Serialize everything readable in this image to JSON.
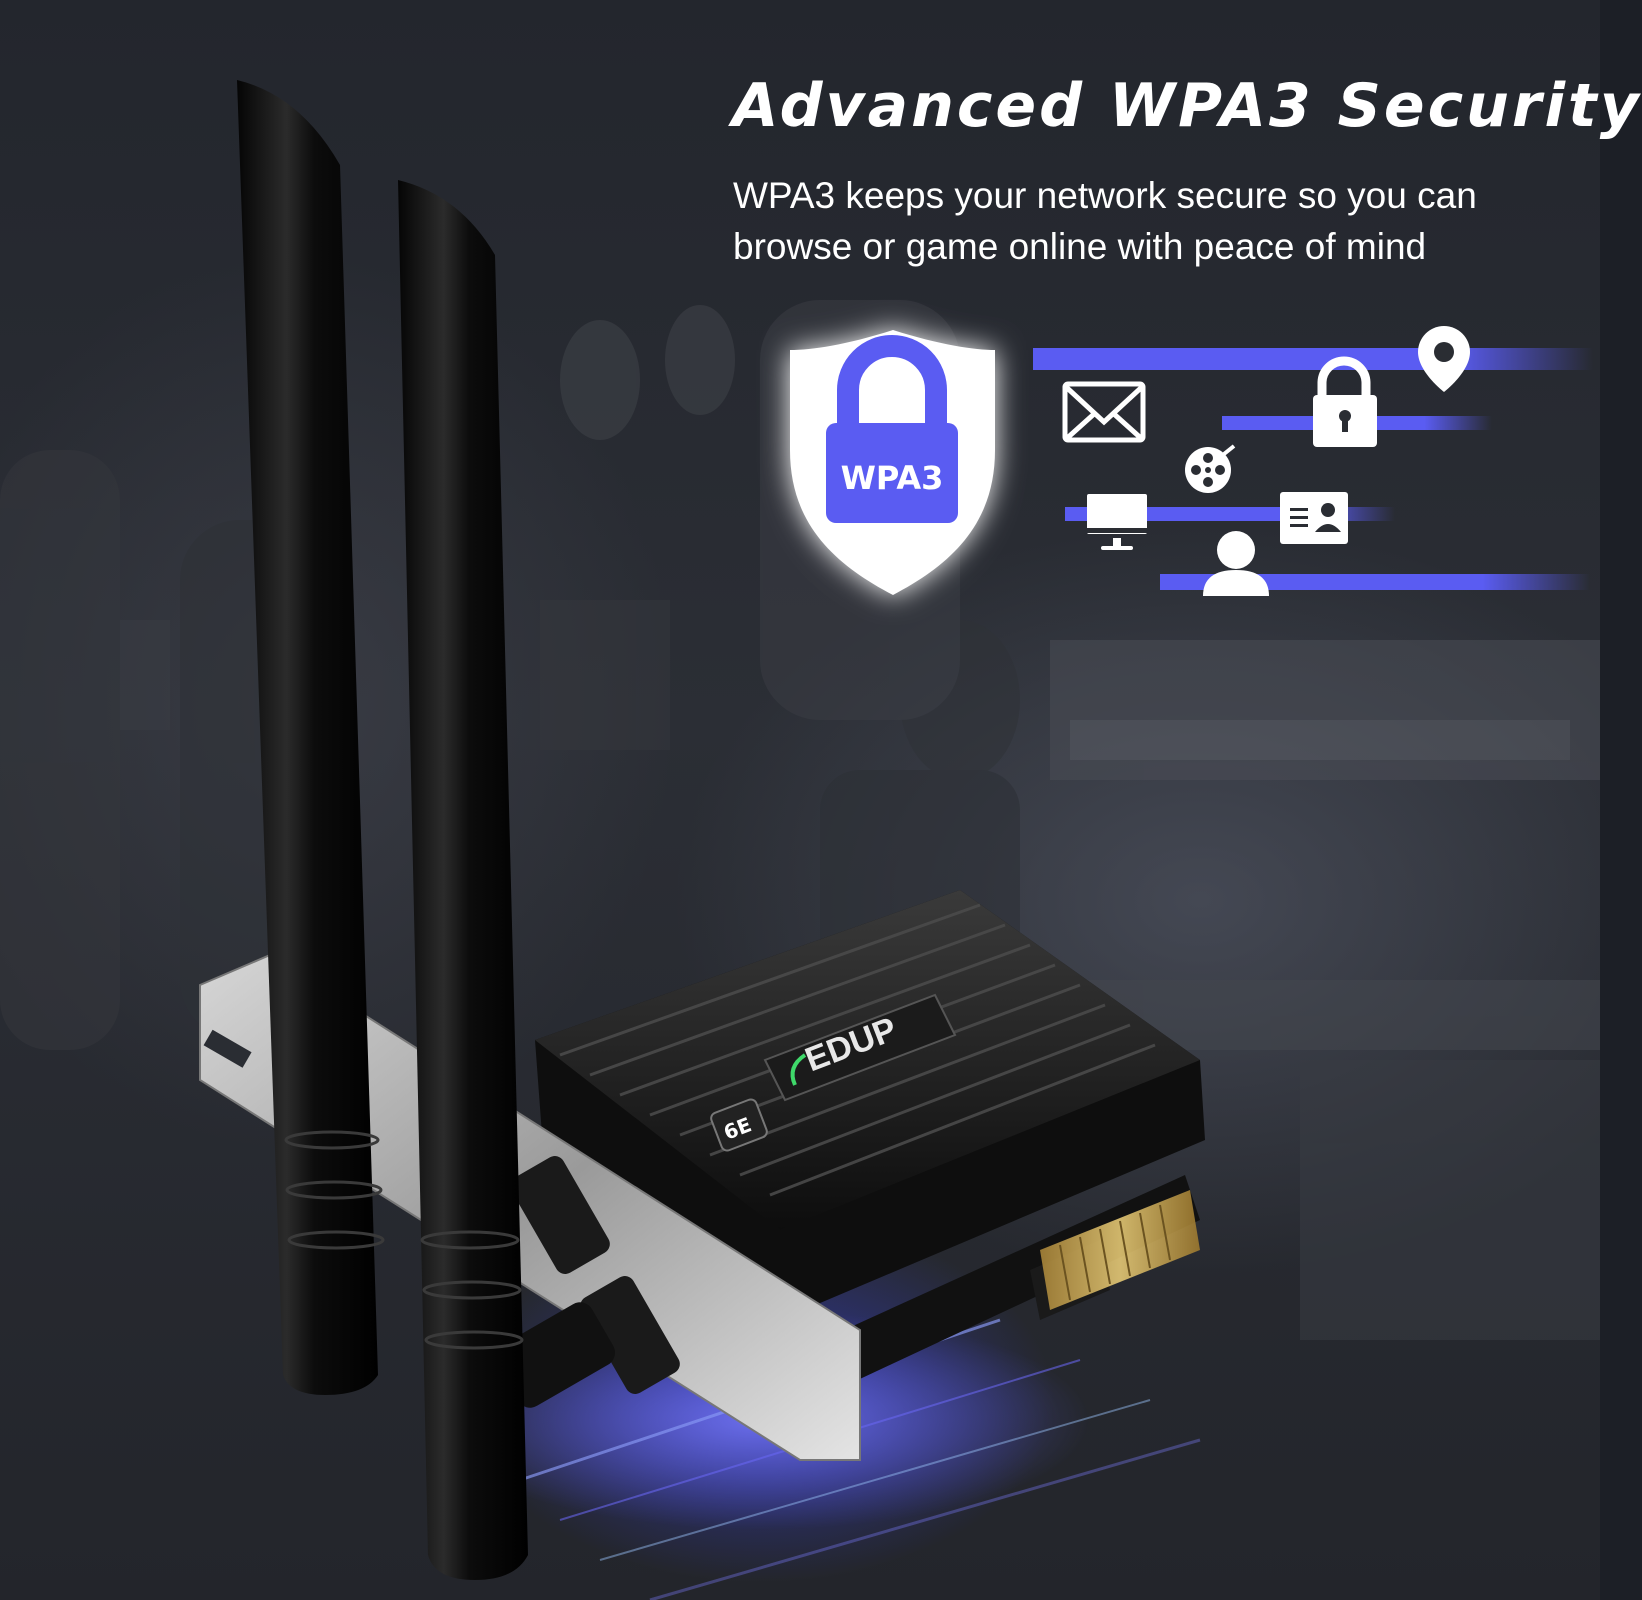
{
  "headline": "Advanced WPA3 Security",
  "subheadline": "WPA3 keeps your network secure so you can browse or game online with peace of mind",
  "shield_label": "WPA3",
  "brand_logo": "EDUP",
  "wifi_badge": "6E",
  "colors": {
    "accent": "#5a5cf2",
    "accent_light": "#7b7dff",
    "text": "#ffffff",
    "background": "#25282e"
  },
  "icons": [
    "shield-lock-icon",
    "mail-icon",
    "location-pin-icon",
    "padlock-icon",
    "film-reel-icon",
    "monitor-icon",
    "id-card-icon",
    "user-icon"
  ]
}
